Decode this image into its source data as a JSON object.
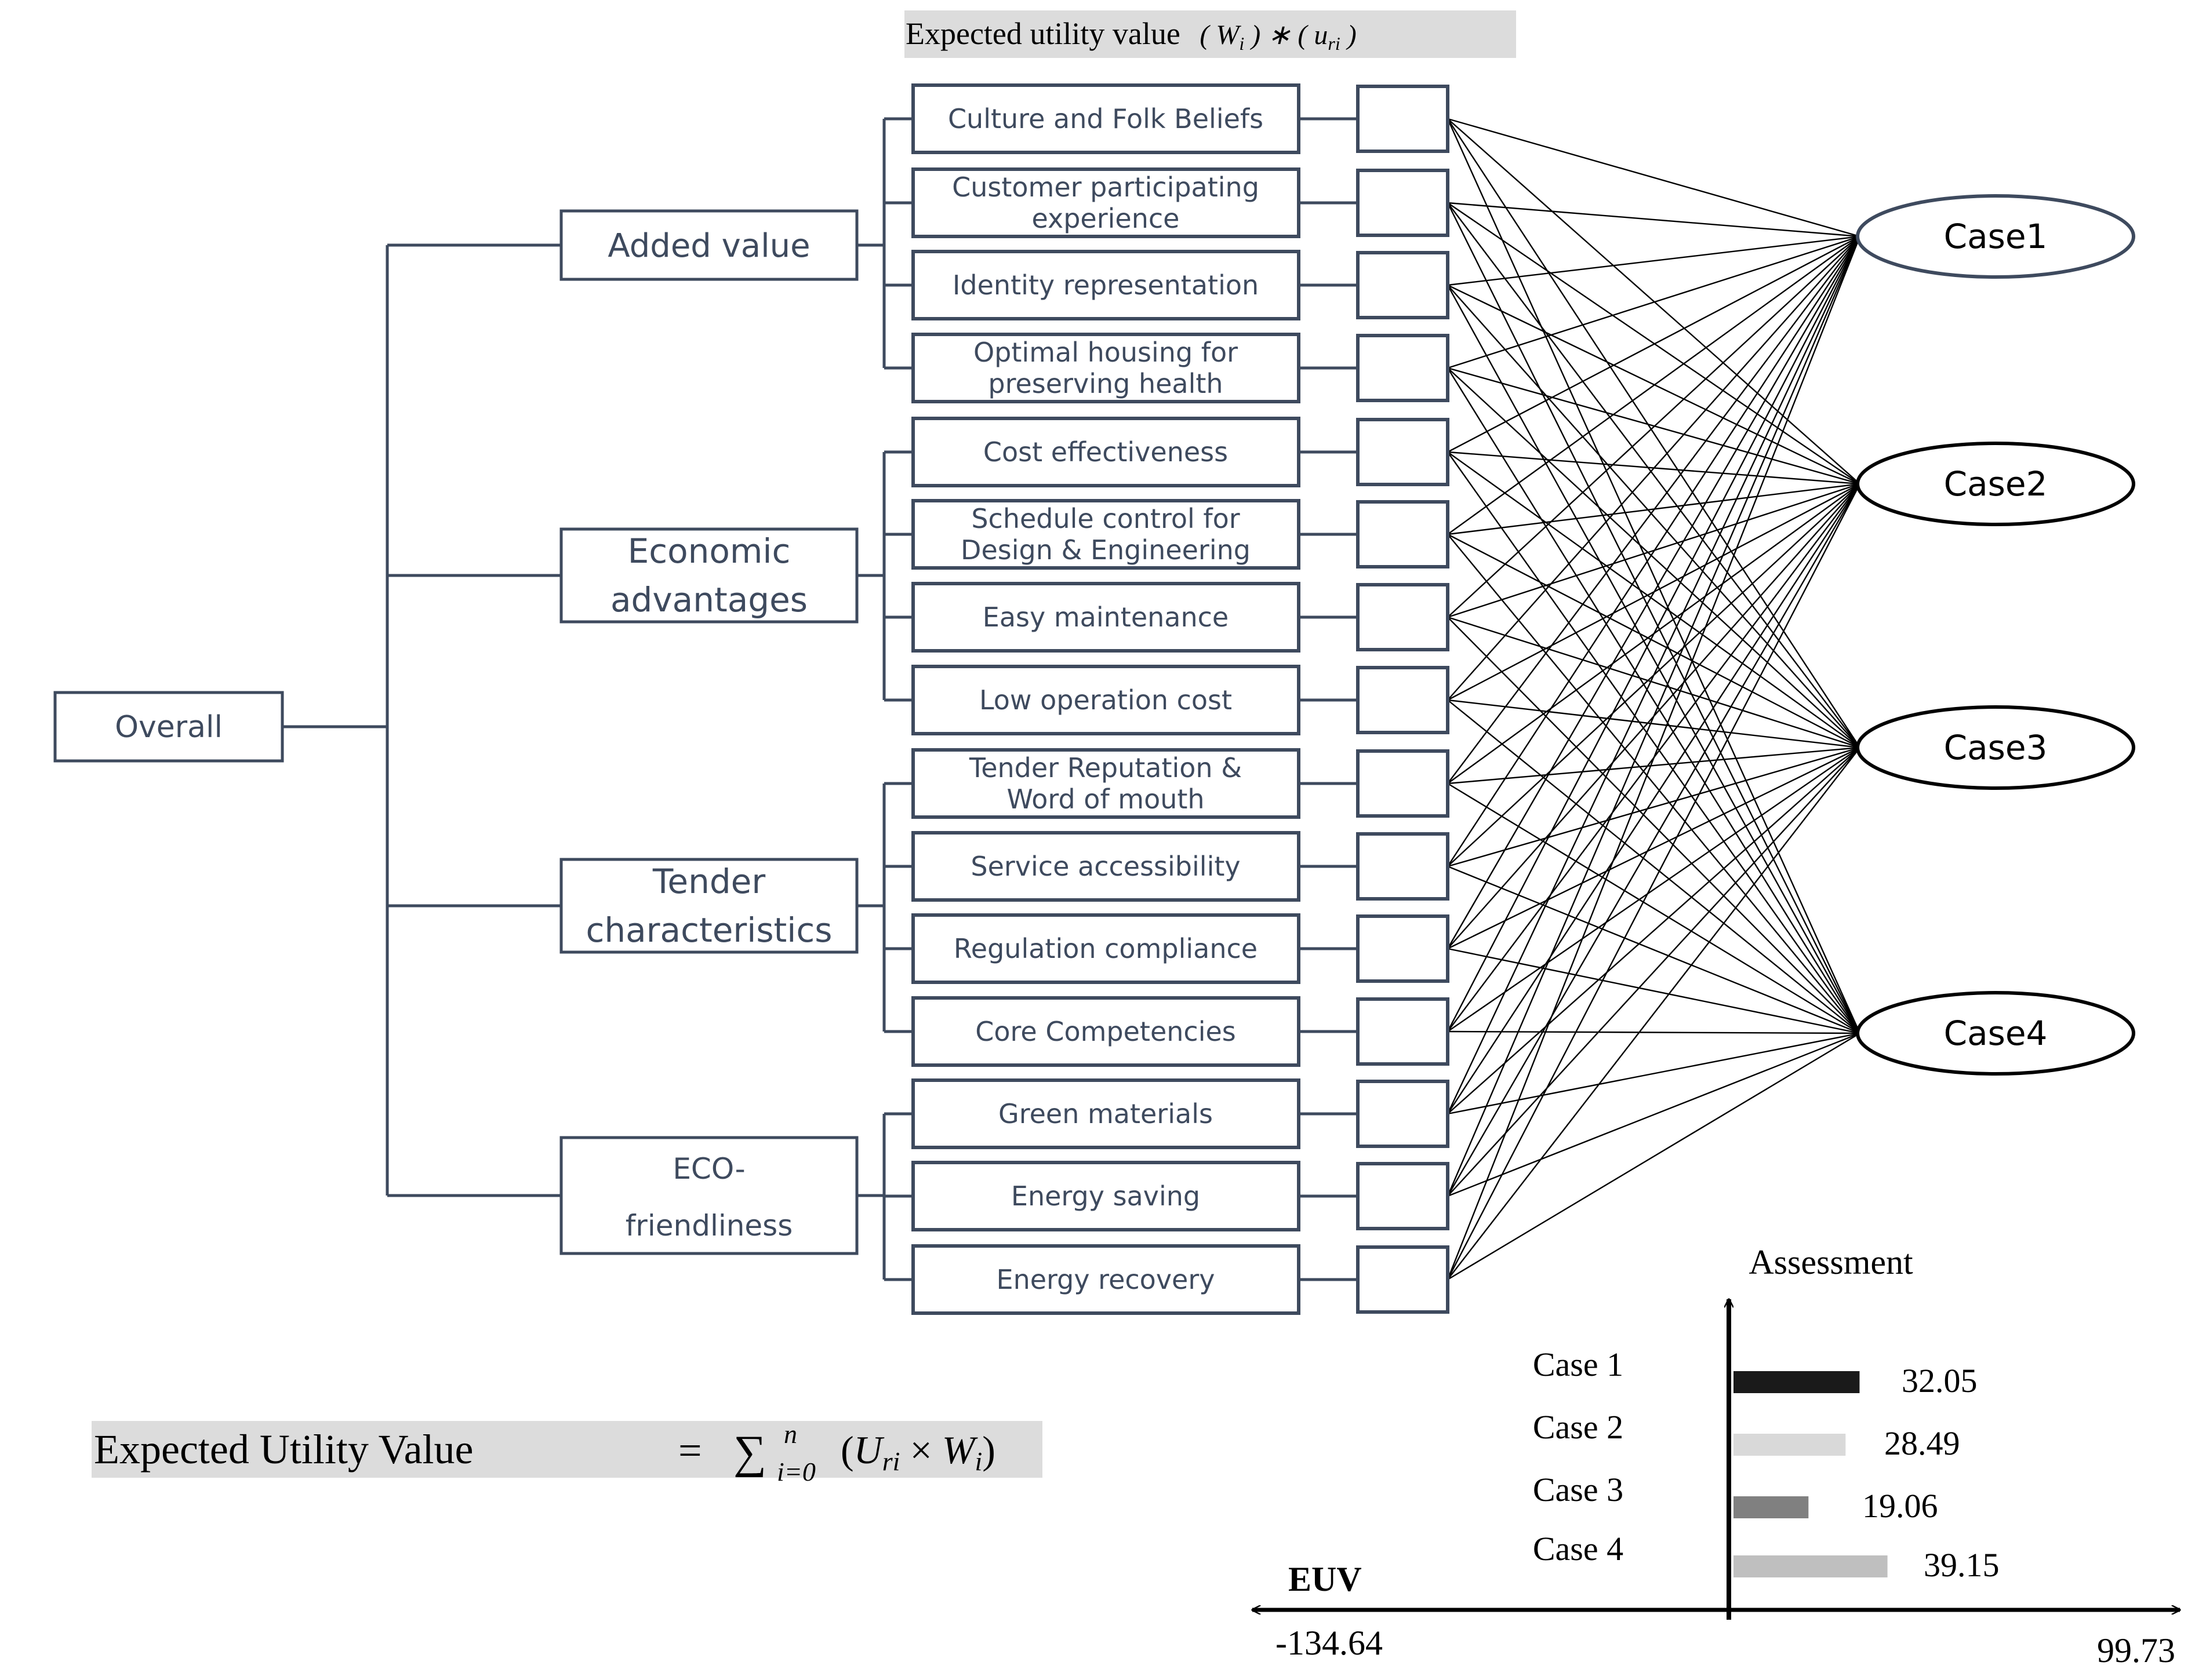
{
  "header": {
    "text": "Expected utility value",
    "formula": "( W",
    "w_sub": "i",
    "mid": " ) ∗ ( u",
    "u_sub": "ri",
    "end": " )"
  },
  "root": {
    "label": "Overall"
  },
  "groups": [
    {
      "label": [
        "Added value"
      ],
      "criteria": [
        {
          "lines": [
            "Culture and Folk Beliefs"
          ]
        },
        {
          "lines": [
            "Customer participating",
            "experience"
          ]
        },
        {
          "lines": [
            "Identity representation"
          ]
        },
        {
          "lines": [
            "Optimal housing for",
            "preserving health"
          ]
        }
      ]
    },
    {
      "label": [
        "Economic",
        "advantages"
      ],
      "criteria": [
        {
          "lines": [
            "Cost effectiveness"
          ]
        },
        {
          "lines": [
            "Schedule control for",
            "Design & Engineering"
          ]
        },
        {
          "lines": [
            "Easy maintenance"
          ]
        },
        {
          "lines": [
            "Low operation cost"
          ]
        }
      ]
    },
    {
      "label": [
        "Tender",
        "characteristics"
      ],
      "criteria": [
        {
          "lines": [
            "Tender Reputation &",
            "Word of mouth"
          ]
        },
        {
          "lines": [
            "Service accessibility"
          ]
        },
        {
          "lines": [
            "Regulation compliance"
          ]
        },
        {
          "lines": [
            "Core Competencies"
          ]
        }
      ]
    },
    {
      "label": [
        "ECO-",
        "friendliness"
      ],
      "criteria": [
        {
          "lines": [
            "Green materials"
          ]
        },
        {
          "lines": [
            "Energy saving"
          ]
        },
        {
          "lines": [
            "Energy recovery"
          ]
        }
      ]
    }
  ],
  "cases": [
    "Case1",
    "Case2",
    "Case3",
    "Case4"
  ],
  "formula": {
    "lhs": "Expected Utility Value",
    "eq": "=",
    "sum": "∑",
    "sup": "n",
    "sub": "i=0",
    "open": "(",
    "u": "U",
    "u_sub": "ri",
    "times": " × ",
    "w": "W",
    "w_sub": "i",
    "close": ")"
  },
  "chart_data": {
    "type": "bar",
    "title": "Assessment",
    "xlabel": "EUV",
    "categories": [
      "Case 1",
      "Case 2",
      "Case 3",
      "Case 4"
    ],
    "values": [
      32.05,
      28.49,
      19.06,
      39.15
    ],
    "value_labels": [
      "32.05",
      "28.49",
      "19.06",
      "39.15"
    ],
    "xlim": [
      -134.64,
      99.73
    ],
    "xlim_labels": [
      "-134.64",
      "99.73"
    ],
    "bar_colors": [
      "#1a1a1a",
      "#d9d9d9",
      "#808080",
      "#bfbfbf"
    ]
  },
  "colors": {
    "box_stroke": "#3e4a5e",
    "text": "#3e4a5e",
    "header_bg": "#dcdcdc"
  }
}
